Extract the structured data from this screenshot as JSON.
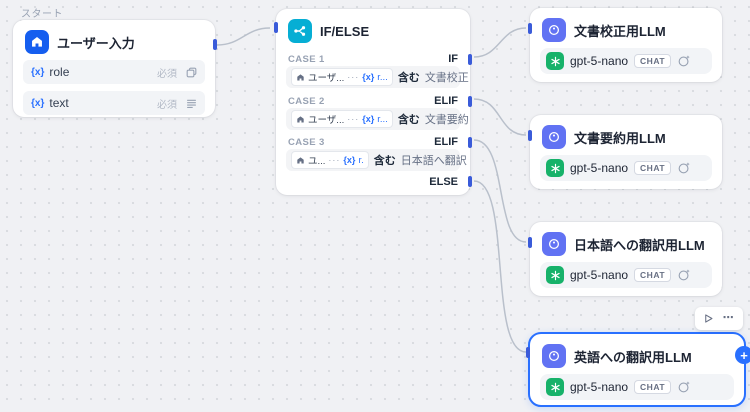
{
  "canvas": {
    "background": "#f0f1f4"
  },
  "colors": {
    "accent_blue": "#2970ff",
    "start_icon_bg": "#155eef",
    "ifelse_icon_bg": "#06aed4",
    "llm_icon_bg": "#6172f3",
    "openai_green": "#17b26a",
    "edge": "#b9c0cb"
  },
  "icons": {
    "plus": "+",
    "more": "⋯"
  },
  "start_node": {
    "section_label": "スタート",
    "title": "ユーザー入力",
    "fields": [
      {
        "badge": "{x}",
        "name": "role",
        "required": "必須"
      },
      {
        "badge": "{x}",
        "name": "text",
        "required": "必須"
      }
    ]
  },
  "ifelse_node": {
    "title": "IF/ELSE",
    "cases": [
      {
        "label": "CASE 1",
        "branch": "IF",
        "ref": "ユーザ...",
        "sep": "···",
        "varbadge": "{x}",
        "var": "r...",
        "op": "含む",
        "value": "文書校正"
      },
      {
        "label": "CASE 2",
        "branch": "ELIF",
        "ref": "ユーザ...",
        "sep": "···",
        "varbadge": "{x}",
        "var": "r...",
        "op": "含む",
        "value": "文書要約"
      },
      {
        "label": "CASE 3",
        "branch": "ELIF",
        "ref": "ユ...",
        "sep": "···",
        "varbadge": "{x}",
        "var": "r.",
        "op": "含む",
        "value": "日本語へ翻訳"
      }
    ],
    "else_label": "ELSE"
  },
  "llm_nodes": [
    {
      "title": "文書校正用LLM",
      "model": "gpt-5-nano",
      "mode": "CHAT"
    },
    {
      "title": "文書要約用LLM",
      "model": "gpt-5-nano",
      "mode": "CHAT"
    },
    {
      "title": "日本語への翻訳用LLM",
      "model": "gpt-5-nano",
      "mode": "CHAT"
    },
    {
      "title": "英語への翻訳用LLM",
      "model": "gpt-5-nano",
      "mode": "CHAT",
      "selected": true
    }
  ]
}
